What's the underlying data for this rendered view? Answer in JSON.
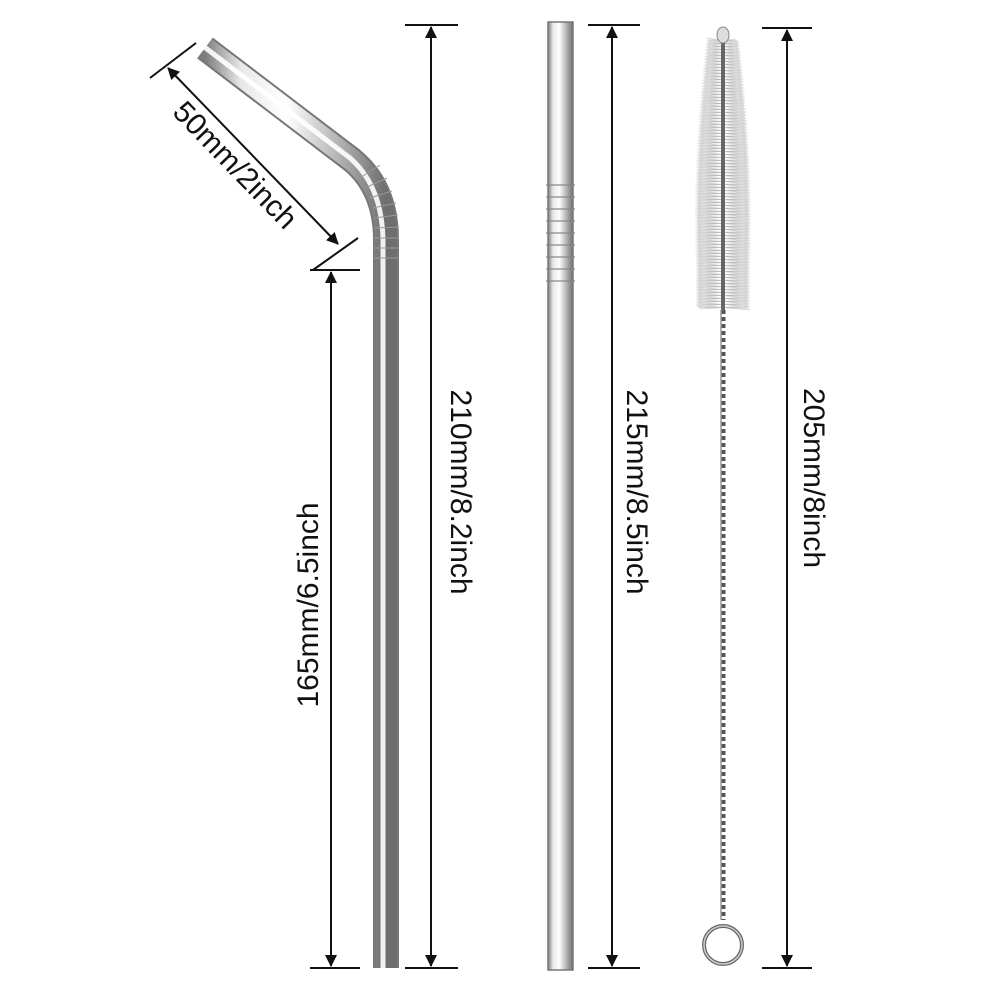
{
  "title": "Stainless steel straw set dimensions",
  "dimensions": {
    "bent_tip": "50mm/2inch",
    "bent_lower": "165mm/6.5inch",
    "bent_total": "210mm/8.2inch",
    "straight_total": "215mm/8.5inch",
    "brush_total": "205mm/8inch"
  },
  "colors": {
    "line": "#111111",
    "steel_light": "#f4f4f4",
    "steel_dark": "#8a8a8a"
  }
}
